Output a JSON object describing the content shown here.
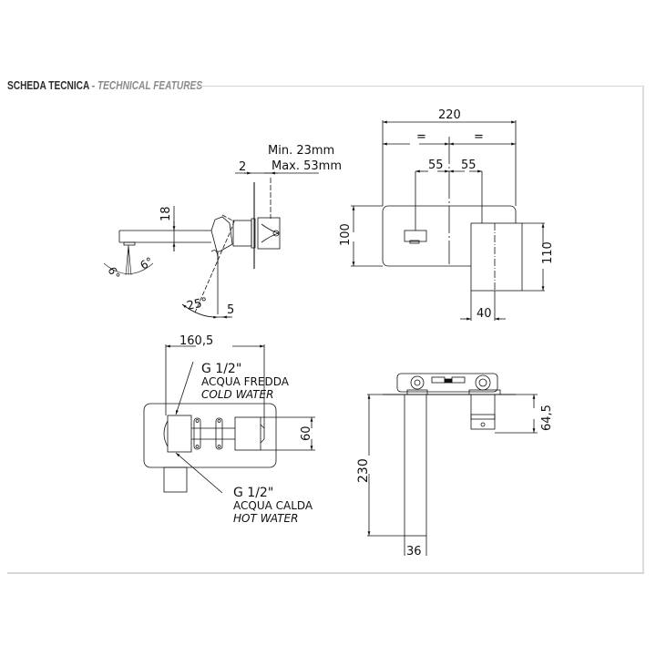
{
  "header": {
    "title_it": "SCHEDA TECNICA",
    "separator": " - ",
    "title_en": "TECHNICAL FEATURES"
  },
  "side_view": {
    "wall_range_min": "Min. 23mm",
    "wall_range_max": "Max. 53mm",
    "plate_thickness": "2",
    "spout_height": "18",
    "spray_angle_left": "6°",
    "spray_angle_right": "6°",
    "lever_angle": "25°",
    "lever_offset": "5"
  },
  "front_view": {
    "overall_width": "220",
    "half_left": "=",
    "half_right": "=",
    "offset_left": "55",
    "offset_right": "55",
    "plate_height": "100",
    "lever_height": "110",
    "lever_width": "40"
  },
  "top_view": {
    "overall_depth": "160,5",
    "cold_size": "G 1/2\"",
    "cold_label_it": "ACQUA FREDDA",
    "cold_label_en": "COLD WATER",
    "hot_size": "G 1/2\"",
    "hot_label_it": "ACQUA CALDA",
    "hot_label_en": "HOT WATER",
    "body_height": "60"
  },
  "section_view": {
    "spout_length": "230",
    "body_depth": "64,5",
    "spout_width": "36"
  },
  "colors": {
    "line": "#111111",
    "frame": "#d6d6d6",
    "title_dark": "#2d2d2d",
    "title_light": "#8c8c8c"
  }
}
